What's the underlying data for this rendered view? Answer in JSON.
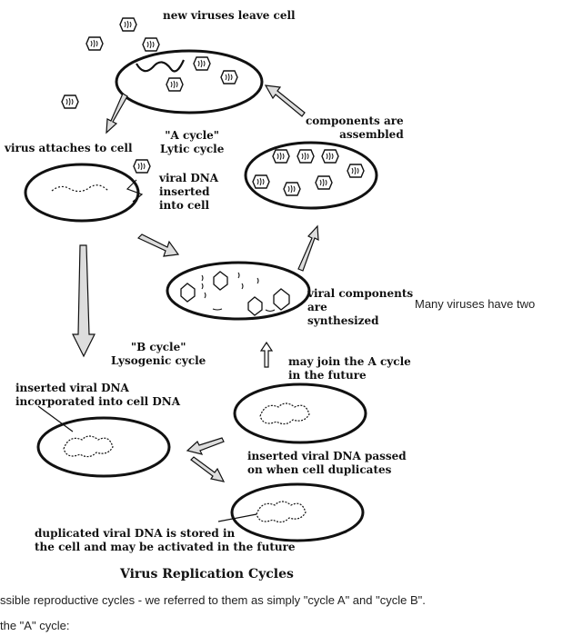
{
  "diagram": {
    "title": "Virus Replication Cycles",
    "labels": {
      "new_viruses": "new viruses leave cell",
      "virus_attaches": "virus attaches to cell",
      "a_cycle": "\"A cycle\"\nLytic cycle",
      "viral_dna_inserted": "viral DNA\ninserted\ninto cell",
      "components_assembled": "components are\nassembled",
      "viral_components_synth": "viral components\nare\nsynthesized",
      "b_cycle": "\"B cycle\"\nLysogenic cycle",
      "may_join": "may join the A cycle\nin the future",
      "incorporated": "inserted viral DNA\nincorporated into cell DNA",
      "passed_on": "inserted viral DNA passed\non when cell duplicates",
      "stored": "duplicated viral DNA is stored in\nthe cell and may be activated in the future"
    }
  },
  "side_text": {
    "right_note": "Many viruses have two",
    "line1": "ssible reproductive cycles - we referred to them as simply \"cycle A\" and \"cycle B\".",
    "line2": "the \"A\" cycle:"
  },
  "colors": {
    "ink": "#111111",
    "arrow_fill": "#d9d9d9",
    "background": "#ffffff"
  }
}
